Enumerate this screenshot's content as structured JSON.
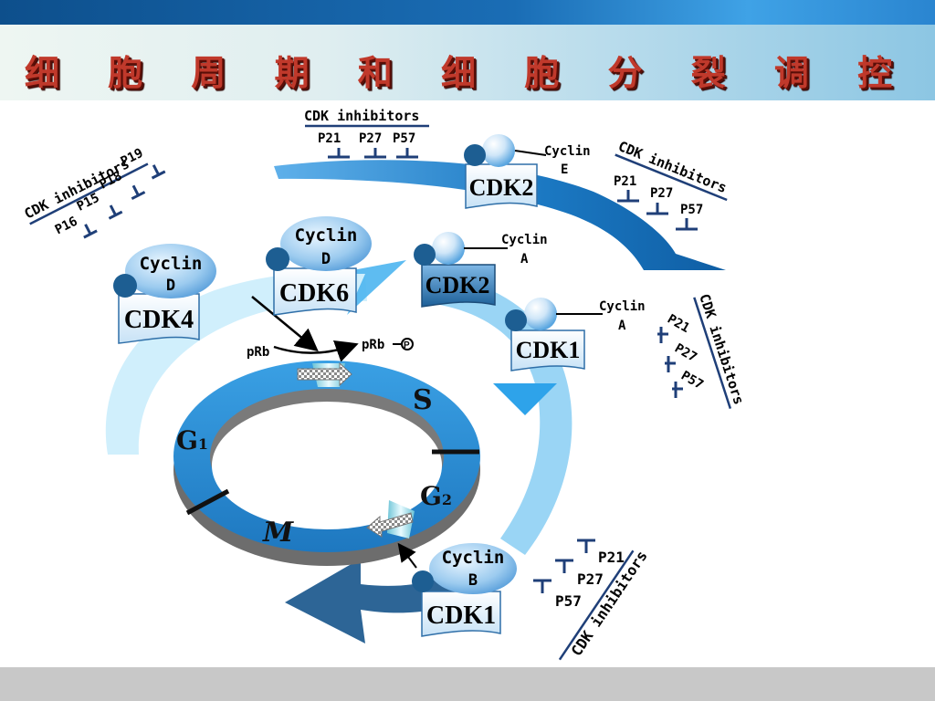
{
  "title": "细 胞 周 期 和 细 胞 分 裂 调 控",
  "phases": {
    "g1": "G",
    "g1_sub": "1",
    "s": "S",
    "g2": "G",
    "g2_sub": "2",
    "m": "M"
  },
  "prb": {
    "left": "pRb",
    "right": "pRb"
  },
  "complexes": [
    {
      "id": "cdk4",
      "kinase": "CDK4",
      "cyclin_line1": "Cyclin",
      "cyclin_line2": "D"
    },
    {
      "id": "cdk6",
      "kinase": "CDK6",
      "cyclin_line1": "Cyclin",
      "cyclin_line2": "D"
    },
    {
      "id": "cdk2-e",
      "kinase": "CDK2",
      "cyclin_line1": "Cyclin",
      "cyclin_line2": "E"
    },
    {
      "id": "cdk2-a",
      "kinase": "CDK2",
      "cyclin_line1": "Cyclin",
      "cyclin_line2": "A"
    },
    {
      "id": "cdk1-a",
      "kinase": "CDK1",
      "cyclin_line1": "Cyclin",
      "cyclin_line2": "A"
    },
    {
      "id": "cdk1-b",
      "kinase": "CDK1",
      "cyclin_line1": "Cyclin",
      "cyclin_line2": "B"
    }
  ],
  "inhibitor_groups": [
    {
      "title": "CDK inhibitors",
      "items": [
        "P16",
        "P15",
        "P18",
        "P19"
      ]
    },
    {
      "title": "CDK inhibitors",
      "items": [
        "P21",
        "P27",
        "P57"
      ]
    },
    {
      "title": "CDK inhibitors",
      "items": [
        "P21",
        "P27",
        "P57"
      ]
    },
    {
      "title": "CDK inhibitors",
      "items": [
        "P21",
        "P27",
        "P57"
      ]
    },
    {
      "title": "CDK inhibitors",
      "items": [
        "P21",
        "P27",
        "P57"
      ]
    }
  ],
  "colors": {
    "ring_blue": "#2b8fd6",
    "arrow_blue": "#1f7cc4",
    "box_fill": "#ddeefa",
    "ball": "#1d5e92",
    "inhibitor": "#1f3f78"
  }
}
